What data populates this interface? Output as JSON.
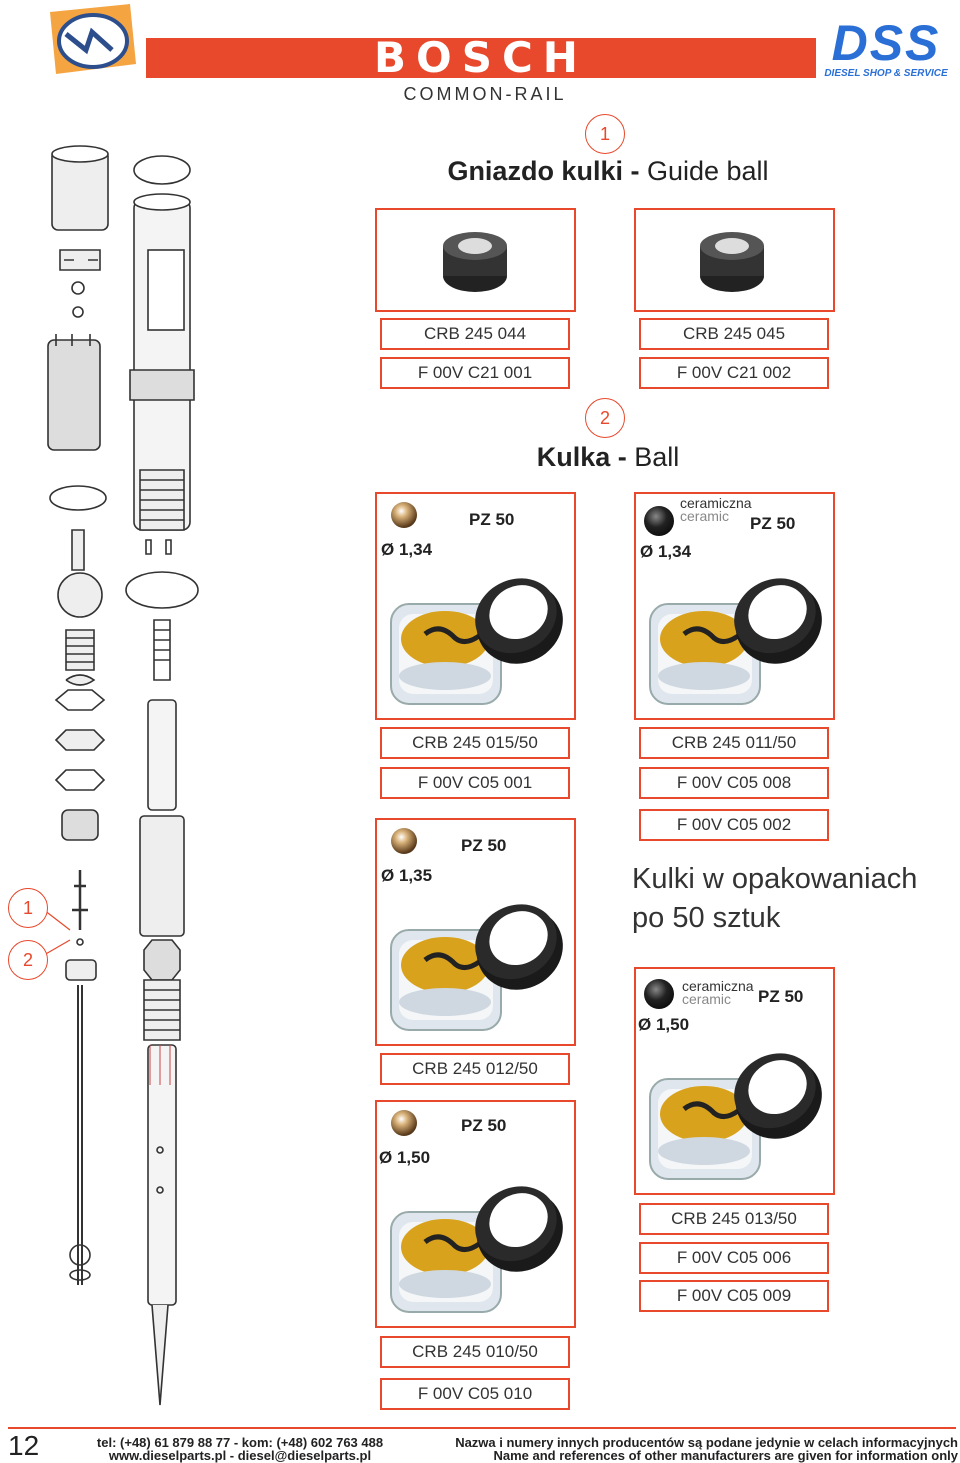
{
  "header": {
    "brand": "BOSCH",
    "subtitle": "COMMON-RAIL",
    "dss_logo": "DSS",
    "dss_tagline": "DIESEL SHOP & SERVICE"
  },
  "section1": {
    "number": "1",
    "title_pl": "Gniazdo kulki -",
    "title_en": " Guide ball",
    "items": [
      {
        "codes": [
          "CRB 245 044",
          "F 00V C21 001"
        ]
      },
      {
        "codes": [
          "CRB 245 045",
          "F 00V C21 002"
        ]
      }
    ]
  },
  "section2": {
    "number": "2",
    "title_pl": "Kulka -",
    "title_en": " Ball",
    "boxes": [
      {
        "dia": "Ø 1,34",
        "pz": "PZ 50",
        "codes": [
          "CRB 245 015/50",
          "F 00V C05 001"
        ]
      },
      {
        "dia": "Ø 1,34",
        "pz": "PZ 50",
        "ceramic_pl": "ceramiczna",
        "ceramic_en": "ceramic",
        "codes": [
          "CRB 245 011/50",
          "F 00V C05 008",
          "F 00V C05 002"
        ]
      },
      {
        "dia": "Ø 1,35",
        "pz": "PZ 50",
        "codes": [
          "CRB 245 012/50"
        ]
      },
      {
        "dia": "Ø 1,50",
        "pz": "PZ 50",
        "ceramic_pl": "ceramiczna",
        "ceramic_en": "ceramic",
        "codes": [
          "CRB 245 013/50",
          "F 00V C05 006",
          "F 00V C05 009"
        ]
      },
      {
        "dia": "Ø 1,50",
        "pz": "PZ 50",
        "codes": [
          "CRB 245 010/50",
          "F 00V C05 010"
        ]
      }
    ],
    "note_line1": "Kulki w opakowaniach",
    "note_line2": "po 50 sztuk"
  },
  "diagram_callouts": [
    "1",
    "2"
  ],
  "footer": {
    "page_number": "12",
    "contact_line1": "tel: (+48)  61 879 88 77 - kom: (+48) 602 763 488",
    "contact_line2": "www.dieselparts.pl - diesel@dieselparts.pl",
    "disclaimer_pl": "Nazwa i numery innych producentów są podane jedynie w celach informacyjnych",
    "disclaimer_en": "Name and references of other manufacturers are given for information only"
  },
  "colors": {
    "accent": "#e8482b",
    "dss_blue": "#2a6fd6"
  }
}
